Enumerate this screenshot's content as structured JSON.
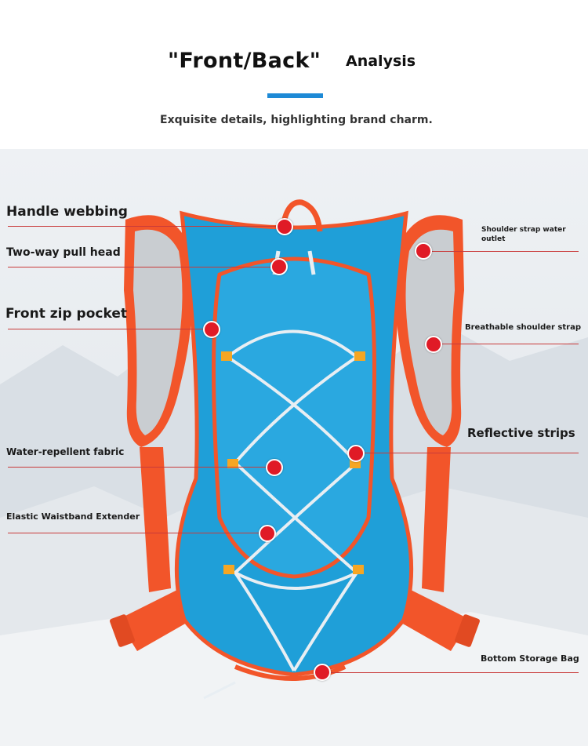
{
  "header": {
    "title_main": "\"Front/Back\"",
    "title_sub": "Analysis",
    "tagline": "Exquisite details, highlighting brand charm."
  },
  "callouts": {
    "handle_webbing": "Handle webbing",
    "two_way_pull_head": "Two-way pull head",
    "front_zip_pocket": "Front zip pocket",
    "water_repellent_fabric": "Water-repellent fabric",
    "elastic_waistband_extender": "Elastic Waistband Extender",
    "shoulder_strap_water_outlet": "Shoulder strap water outlet",
    "breathable_shoulder_strap": "Breathable shoulder strap",
    "reflective_strips": "Reflective strips",
    "bottom_storage_bag": "Bottom Storage Bag"
  },
  "colors": {
    "accent_bar": "#1e8ad6",
    "pack_body": "#1f9fd8",
    "trim": "#f2552a",
    "marker": "#e01a26",
    "leader_line": "#c93a3a"
  }
}
